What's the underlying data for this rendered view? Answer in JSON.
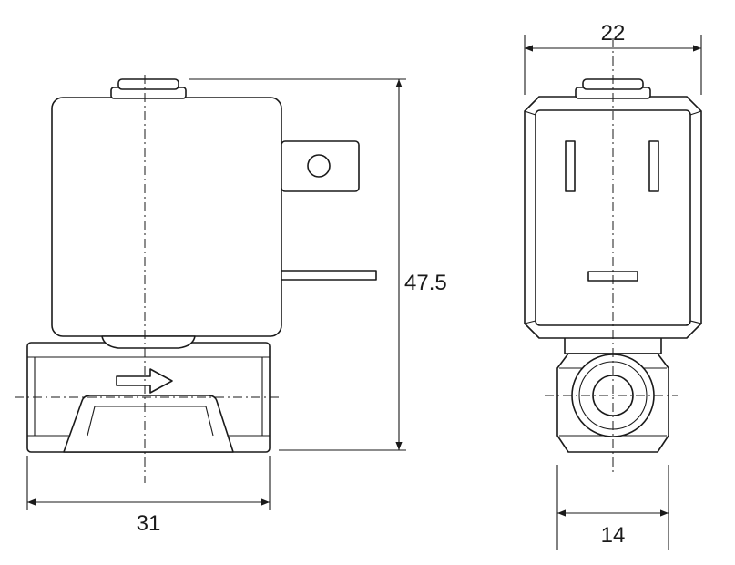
{
  "dimensions": {
    "height": "47.5",
    "body_length": "31",
    "coil_width": "22",
    "port_width": "14"
  }
}
